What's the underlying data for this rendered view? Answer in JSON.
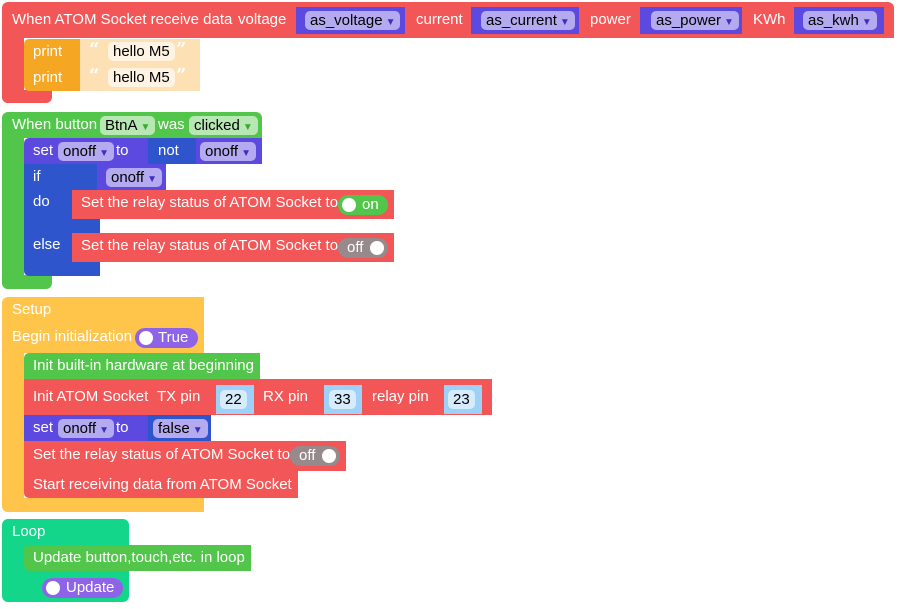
{
  "socket_event": {
    "title": "When ATOM Socket receive data",
    "params": [
      {
        "label": "voltage",
        "var": "as_voltage"
      },
      {
        "label": "current",
        "var": "as_current"
      },
      {
        "label": "power",
        "var": "as_power"
      },
      {
        "label": "KWh",
        "var": "as_kwh"
      }
    ],
    "prints": [
      {
        "label": "print",
        "text": "hello M5"
      },
      {
        "label": "print",
        "text": "hello M5"
      }
    ]
  },
  "button_event": {
    "prefix": "When button",
    "button": "BtnA",
    "mid": "was",
    "action": "clicked",
    "set_label": "set",
    "var": "onoff",
    "to_label": "to",
    "not_label": "not",
    "not_var": "onoff",
    "if_label": "if",
    "if_var": "onoff",
    "do_label": "do",
    "else_label": "else",
    "relay_label": "Set the relay status of ATOM Socket to",
    "do_state": "on",
    "else_state": "off"
  },
  "setup": {
    "title": "Setup",
    "begin_label": "Begin initialization",
    "begin_toggle": "True",
    "init_hw": "Init built-in hardware at beginning",
    "init_socket": "Init ATOM Socket",
    "tx_label": "TX pin",
    "tx": "22",
    "rx_label": "RX pin",
    "rx": "33",
    "relay_pin_label": "relay pin",
    "relay_pin": "23",
    "set_label": "set",
    "var": "onoff",
    "to_label": "to",
    "value": "false",
    "relay_label": "Set the relay status of ATOM Socket to",
    "relay_state": "off",
    "start": "Start receiving data from ATOM Socket"
  },
  "loop": {
    "title": "Loop",
    "update_label": "Update button,touch,etc. in loop",
    "update_toggle": "Update"
  },
  "colors": {
    "event": "#f25656",
    "button_event": "#52c64b",
    "setup": "#fec54a",
    "loop": "#13d68a",
    "variable": "#5c49e0",
    "logic": "#2e55cc"
  }
}
